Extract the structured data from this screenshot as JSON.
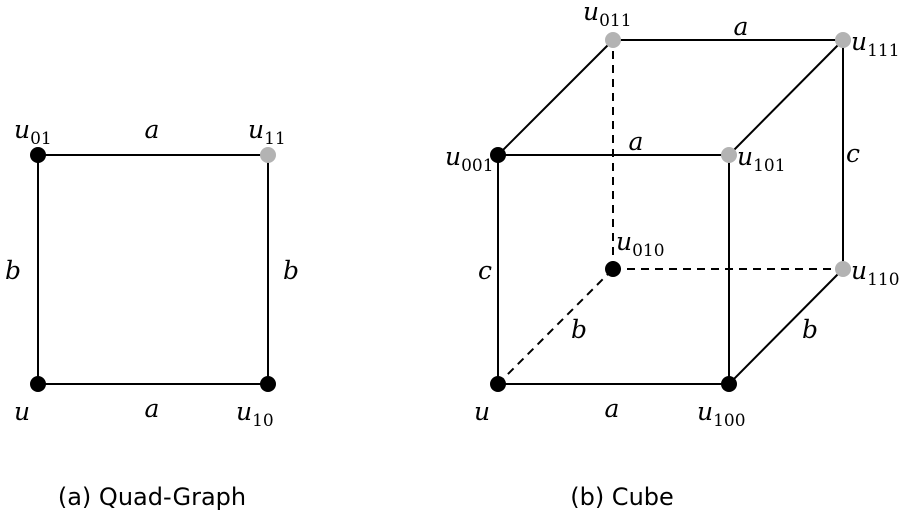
{
  "captions": {
    "quad": "(a) Quad-Graph",
    "cube": "(b) Cube"
  },
  "edge_labels": {
    "a": "a",
    "b": "b",
    "c": "c"
  },
  "vertex_base": "u",
  "quad_graph": {
    "vertices": [
      {
        "id": "u",
        "subscript": "",
        "color": "black"
      },
      {
        "id": "u10",
        "subscript": "10",
        "color": "black"
      },
      {
        "id": "u01",
        "subscript": "01",
        "color": "black"
      },
      {
        "id": "u11",
        "subscript": "11",
        "color": "gray"
      }
    ],
    "edges": [
      {
        "from": "u",
        "to": "u10",
        "label": "a",
        "style": "solid"
      },
      {
        "from": "u01",
        "to": "u11",
        "label": "a",
        "style": "solid"
      },
      {
        "from": "u",
        "to": "u01",
        "label": "b",
        "style": "solid"
      },
      {
        "from": "u10",
        "to": "u11",
        "label": "b",
        "style": "solid"
      }
    ]
  },
  "cube": {
    "vertices": [
      {
        "id": "u",
        "subscript": "",
        "color": "black"
      },
      {
        "id": "u100",
        "subscript": "100",
        "color": "black"
      },
      {
        "id": "u001",
        "subscript": "001",
        "color": "black"
      },
      {
        "id": "u101",
        "subscript": "101",
        "color": "gray"
      },
      {
        "id": "u010",
        "subscript": "010",
        "color": "black"
      },
      {
        "id": "u110",
        "subscript": "110",
        "color": "gray"
      },
      {
        "id": "u011",
        "subscript": "011",
        "color": "gray"
      },
      {
        "id": "u111",
        "subscript": "111",
        "color": "gray"
      }
    ],
    "edges": [
      {
        "from": "u",
        "to": "u100",
        "label": "a",
        "style": "solid"
      },
      {
        "from": "u001",
        "to": "u101",
        "label": "a",
        "style": "solid"
      },
      {
        "from": "u011",
        "to": "u111",
        "label": "a",
        "style": "solid"
      },
      {
        "from": "u",
        "to": "u001",
        "label": "c",
        "style": "solid"
      },
      {
        "from": "u110",
        "to": "u111",
        "label": "c",
        "style": "solid"
      },
      {
        "from": "u100",
        "to": "u101",
        "label": "",
        "style": "solid"
      },
      {
        "from": "u100",
        "to": "u110",
        "label": "b",
        "style": "solid"
      },
      {
        "from": "u001",
        "to": "u011",
        "label": "",
        "style": "solid"
      },
      {
        "from": "u101",
        "to": "u111",
        "label": "",
        "style": "solid"
      },
      {
        "from": "u",
        "to": "u010",
        "label": "b",
        "style": "dashed"
      },
      {
        "from": "u010",
        "to": "u110",
        "label": "",
        "style": "dashed"
      },
      {
        "from": "u010",
        "to": "u011",
        "label": "",
        "style": "dashed"
      }
    ]
  },
  "colors": {
    "black_vertex": "#000000",
    "gray_vertex": "#b3b3b3",
    "edge": "#000000"
  }
}
